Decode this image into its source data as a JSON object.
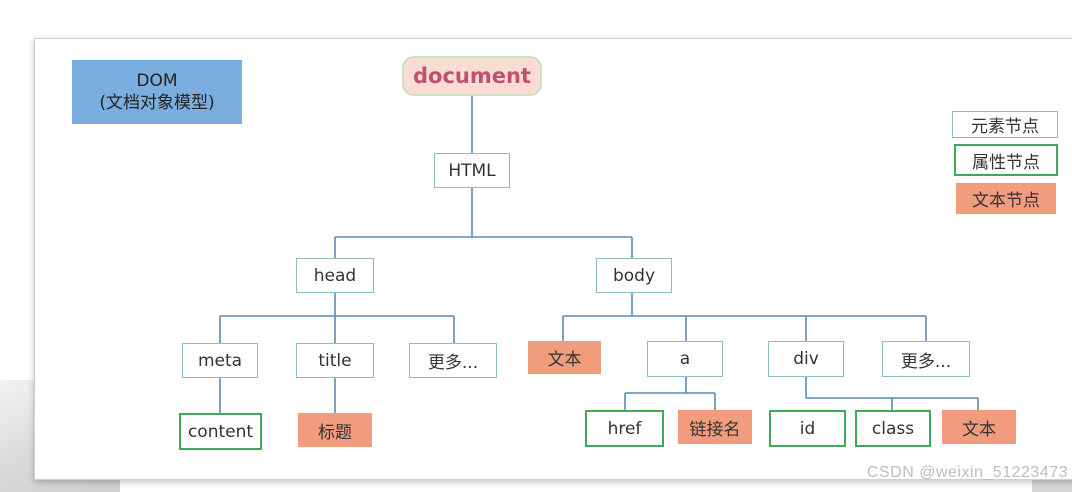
{
  "dom_label": {
    "line1": "DOM",
    "line2": "(文档对象模型)"
  },
  "root": "document",
  "legend": {
    "element": "元素节点",
    "attribute": "属性节点",
    "text": "文本节点"
  },
  "tree": {
    "html": "HTML",
    "head": "head",
    "body": "body",
    "meta": "meta",
    "title": "title",
    "head_more": "更多...",
    "body_text": "文本",
    "a": "a",
    "div": "div",
    "body_more": "更多...",
    "content": "content",
    "title_text": "标题",
    "href": "href",
    "link_name": "链接名",
    "id": "id",
    "class": "class",
    "div_text": "文本"
  },
  "colors": {
    "element_border": "#8fbcc4",
    "attribute_border": "#3daa5b",
    "text_fill": "#f29c7e",
    "dom_fill": "#7aaedf",
    "document_fill": "#fadcd4",
    "document_text": "#c0506f",
    "connector": "#5b8bb0"
  },
  "watermark": "CSDN @weixin_51223473"
}
